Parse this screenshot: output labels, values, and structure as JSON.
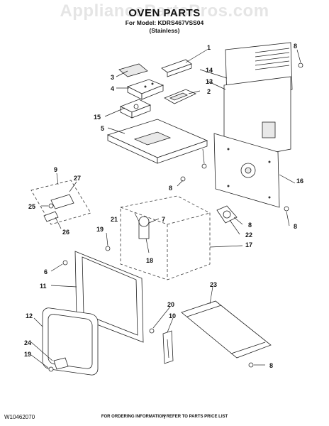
{
  "watermark": "AppliancePartsPros.com",
  "header": {
    "title": "OVEN PARTS",
    "model": "For Model: KDRS467VSS04",
    "variant": "(Stainless)"
  },
  "callouts": [
    "1",
    "2",
    "3",
    "4",
    "5",
    "6",
    "7",
    "8",
    "8",
    "8",
    "8",
    "8",
    "9",
    "10",
    "11",
    "12",
    "13",
    "14",
    "15",
    "16",
    "17",
    "18",
    "19",
    "19",
    "20",
    "21",
    "22",
    "23",
    "24",
    "25",
    "26",
    "27"
  ],
  "footer": {
    "note": "FOR ORDERING INFORMATION REFER TO PARTS PRICE LIST",
    "doc_number": "W10462070",
    "page": "7"
  }
}
